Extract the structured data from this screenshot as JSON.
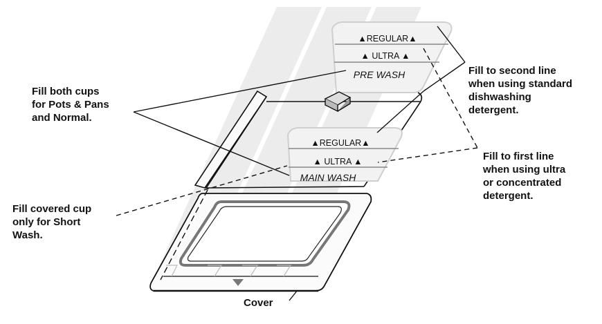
{
  "dispenser": {
    "pre_wash": {
      "regular": "▲REGULAR▲",
      "ultra": "▲ ULTRA ▲",
      "label": "PRE WASH"
    },
    "main_wash": {
      "regular": "▲REGULAR▲",
      "ultra": "▲ ULTRA ▲",
      "label": "MAIN WASH"
    }
  },
  "callouts": {
    "both_cups": "Fill both cups\nfor Pots & Pans\nand Normal.",
    "covered_cup": "Fill covered cup\nonly for Short\nWash.",
    "second_line": "Fill to second line\nwhen using standard\ndishwashing\ndetergent.",
    "first_line": "Fill to first line\nwhen using ultra\nor concentrated\ndetergent.",
    "cover": "Cover"
  },
  "colors": {
    "line": "#111111",
    "background_stripe": "#ececec",
    "cup_fill": "#f0f0f0"
  }
}
